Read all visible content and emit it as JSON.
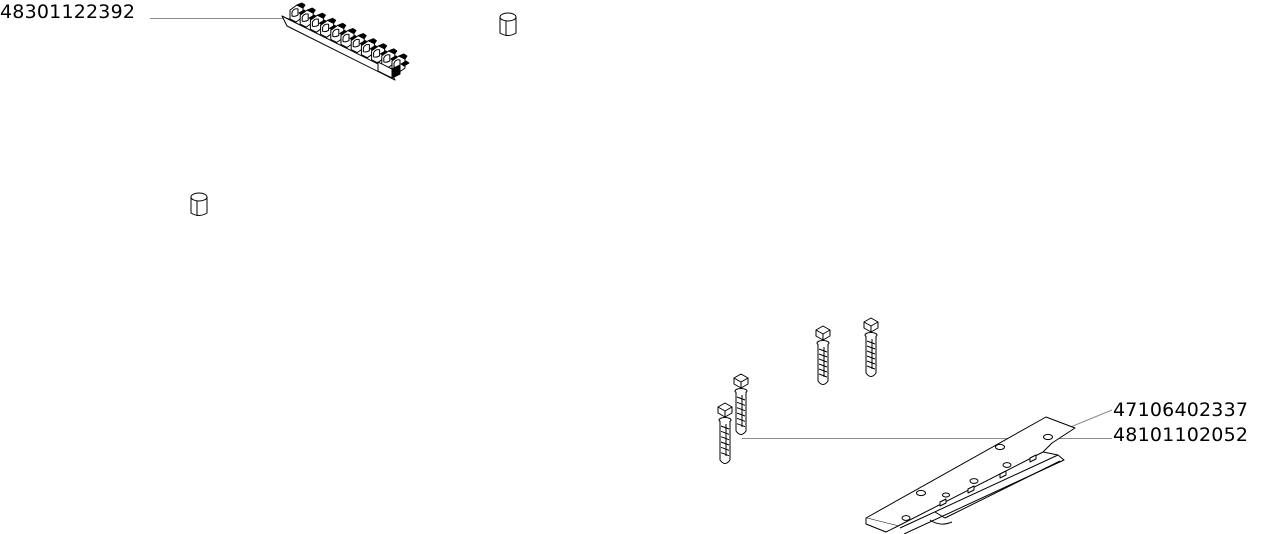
{
  "labels": {
    "part_1": "48301122392",
    "part_2": "47106402337",
    "part_3": "48101102052"
  },
  "colors": {
    "line": "#000000",
    "leader": "#8c8c8c",
    "background": "#ffffff"
  }
}
